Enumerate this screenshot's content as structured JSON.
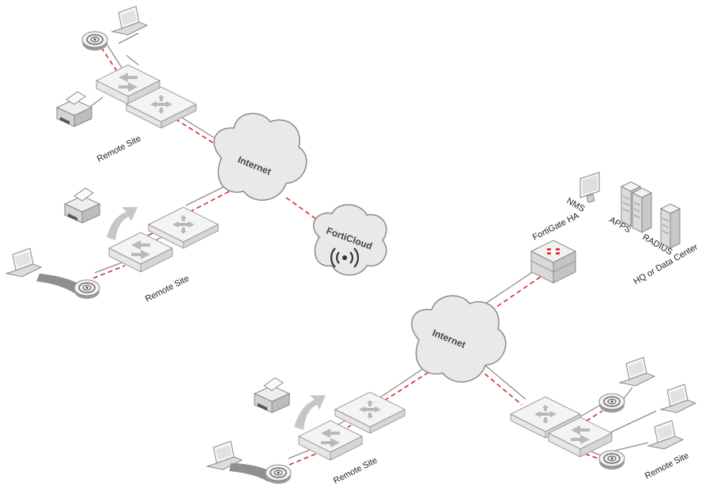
{
  "clouds": {
    "internet_top": "Internet",
    "forticloud": "FortiCloud",
    "internet_bottom": "Internet"
  },
  "labels": {
    "remote_site_1": "Remote Site",
    "remote_site_2": "Remote Site",
    "remote_site_3": "Remote Site",
    "remote_site_4": "Remote Site",
    "fortigate_ha": "FortiGate HA",
    "nms": "NMS",
    "apps": "APPS",
    "radius": "RADIUS",
    "hq": "HQ or Data Center"
  },
  "colors": {
    "vpn_link": "#d62b2b",
    "fortinet_red": "#e03a3a",
    "device_gray": "#e6e6e6"
  }
}
